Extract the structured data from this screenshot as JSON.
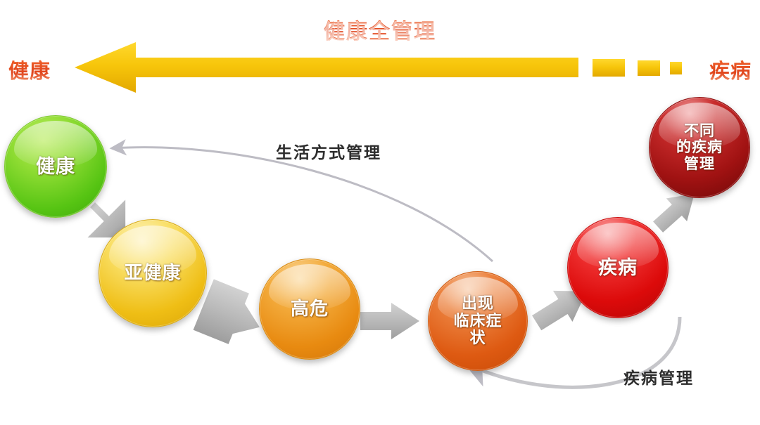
{
  "banner": {
    "title": "健康全管理",
    "left_label": "健康",
    "right_label": "疾病",
    "arrow_color": "#f5c400",
    "title_color": "#e8502a"
  },
  "nodes": [
    {
      "id": "health",
      "label": "健康",
      "lines": [
        "健康"
      ],
      "color": "#56c413"
    },
    {
      "id": "subhealth",
      "label": "亚健康",
      "lines": [
        "亚健康"
      ],
      "color": "#efbe15"
    },
    {
      "id": "highrisk",
      "label": "高危",
      "lines": [
        "高危"
      ],
      "color": "#e88a10"
    },
    {
      "id": "symptom",
      "label": "出现临床症状",
      "lines": [
        "出现",
        "临床症",
        "状"
      ],
      "color": "#de5a12"
    },
    {
      "id": "disease",
      "label": "疾病",
      "lines": [
        "疾病"
      ],
      "color": "#dc0a0a"
    },
    {
      "id": "mgmt",
      "label": "不同的疾病管理",
      "lines": [
        "不同",
        "的疾病",
        "管理"
      ],
      "color": "#a01212"
    }
  ],
  "node_text": {
    "health": "健康",
    "subhealth": "亚健康",
    "symptom_l1": "出现",
    "symptom_l2": "临床症",
    "symptom_l3": "状",
    "highrisk": "高危",
    "disease": "疾病",
    "mgmt_l1": "不同",
    "mgmt_l2": "的疾病",
    "mgmt_l3": "管理"
  },
  "edge_labels": {
    "lifestyle": "生活方式管理",
    "disease_management": "疾病管理"
  },
  "flow": {
    "sequence": [
      "健康",
      "亚健康",
      "高危",
      "出现临床症状",
      "疾病",
      "不同的疾病管理"
    ],
    "arrow_color": "#b6b6b6",
    "feedback_lifestyle": "出现临床症状 → 健康",
    "feedback_disease": "疾病 → 出现临床症状"
  }
}
